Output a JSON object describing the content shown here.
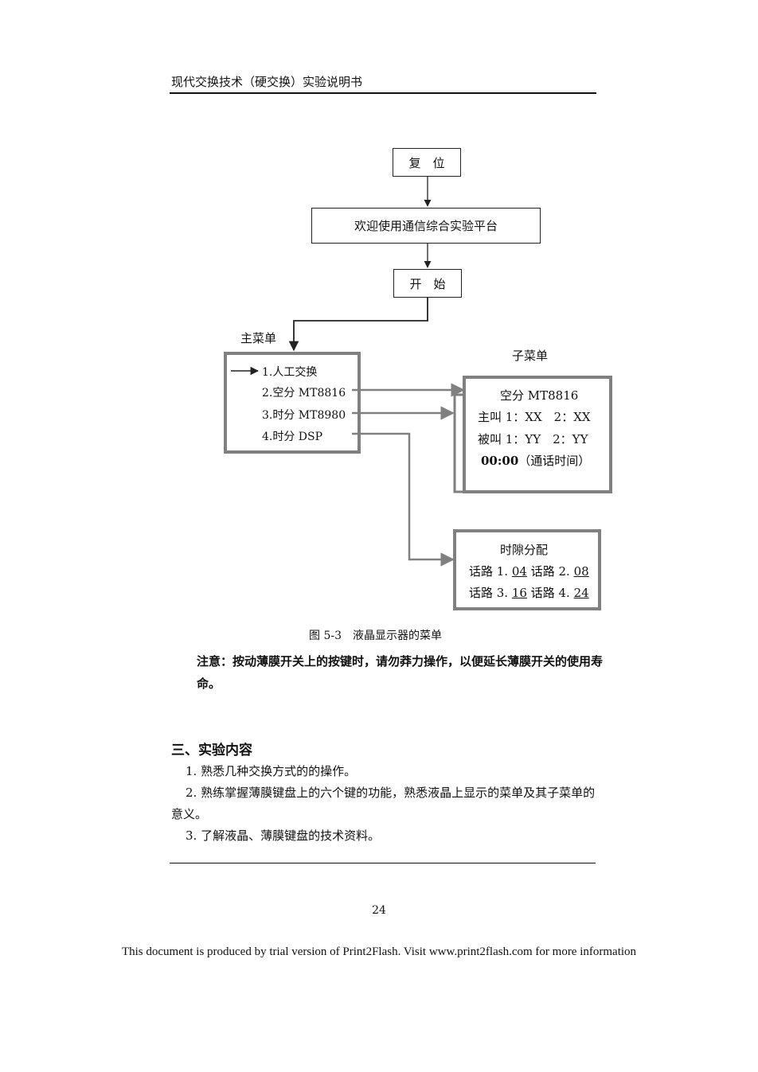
{
  "header": {
    "title": "现代交换技术（硬交换）实验说明书"
  },
  "flowchart": {
    "box_reset": "复　位",
    "box_welcome": "欢迎使用通信综合实验平台",
    "box_start": "开　始",
    "label_main_menu": "主菜单",
    "label_sub_menu": "子菜单",
    "main_menu": {
      "items": [
        "1.人工交换",
        "2.空分 MT8816",
        "3.时分 MT8980",
        "4.时分 DSP"
      ]
    },
    "submenu_space": {
      "title": "空分 MT8816",
      "line1": "主叫 1：XX　2：XX",
      "line2": "被叫 1：YY　2：YY",
      "time": "00:00",
      "time_note": "（通话时间）"
    },
    "submenu_timeslot": {
      "title": "时隙分配",
      "row1": {
        "p1": "话路 1. ",
        "v1": "04",
        "p2": " 话路 2. ",
        "v2": "08"
      },
      "row2": {
        "p1": "话路 3. ",
        "v1": "16",
        "p2": " 话路 4. ",
        "v2": "24"
      }
    }
  },
  "caption": "图 5-3　液晶显示器的菜单",
  "note": "注意：按动薄膜开关上的按键时，请勿莽力操作，以便延长薄膜开关的使用寿命。",
  "section": {
    "title": "三、实验内容",
    "items": [
      "1. 熟悉几种交换方式的的操作。",
      "2. 熟练掌握薄膜键盘上的六个键的功能，熟悉液晶上显示的菜单及其子菜单的意义。",
      "3. 了解液晶、薄膜键盘的技术资料。"
    ]
  },
  "page_number": "24",
  "footer": "This document is produced by trial version of Print2Flash. Visit www.print2flash.com for more information",
  "colors": {
    "box_border": "#808080",
    "line": "#222222"
  }
}
